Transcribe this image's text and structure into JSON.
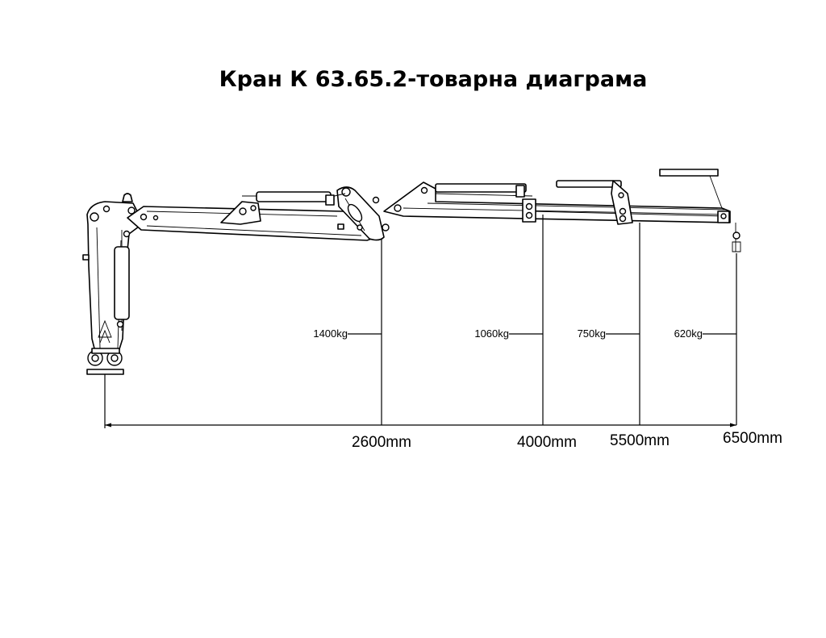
{
  "title": "Кран К 63.65.2-товарна диаграма",
  "load_points": [
    {
      "load": "1400kg",
      "distance": "2600mm"
    },
    {
      "load": "1060kg",
      "distance": "4000mm"
    },
    {
      "load": "750kg",
      "distance": "5500mm"
    },
    {
      "load": "620kg",
      "distance": "6500mm"
    }
  ],
  "colors": {
    "line": "#000000",
    "background": "#ffffff"
  }
}
